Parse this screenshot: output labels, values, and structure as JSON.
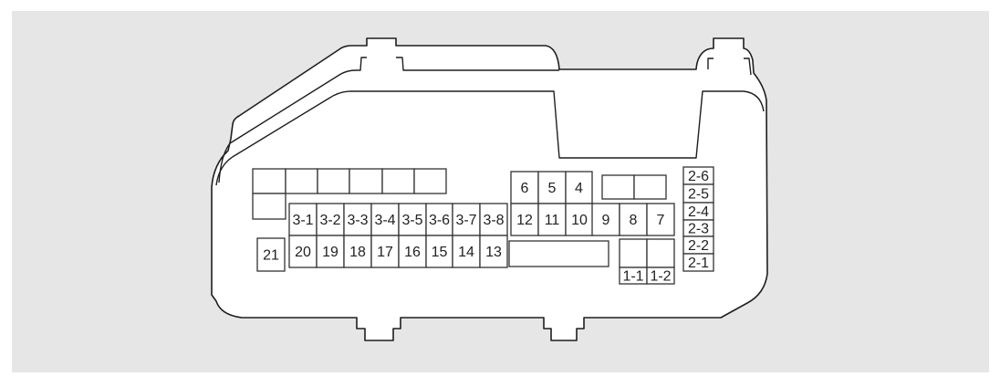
{
  "diagram": {
    "type": "fuse-box-layout",
    "fuses": {
      "top_row": [
        "6",
        "5",
        "4"
      ],
      "middle_row": [
        "12",
        "11",
        "10",
        "9",
        "8",
        "7"
      ],
      "row_3": [
        "3-1",
        "3-2",
        "3-3",
        "3-4",
        "3-5",
        "3-6",
        "3-7",
        "3-8"
      ],
      "bottom_row": [
        "20",
        "19",
        "18",
        "17",
        "16",
        "15",
        "14",
        "13"
      ],
      "single": "21",
      "column_2": [
        "2-6",
        "2-5",
        "2-4",
        "2-3",
        "2-2",
        "2-1"
      ],
      "relay_1": [
        "1-1",
        "1-2"
      ]
    },
    "colors": {
      "background": "#e6e6e6",
      "body": "#ffffff",
      "line": "#1e1e1e"
    }
  }
}
